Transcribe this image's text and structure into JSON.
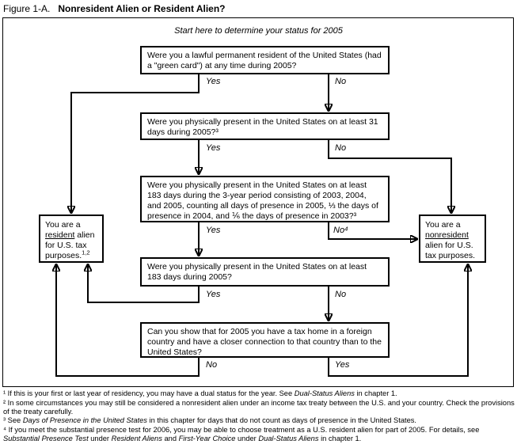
{
  "title": {
    "prefix": "Figure 1-A.",
    "text": "Nonresident Alien or Resident Alien?"
  },
  "start_text": "Start here to determine your status for 2005",
  "flowchart": {
    "questions": [
      {
        "id": "green-card",
        "text": "Were you a lawful permanent resident of the United States (had a \"green card\") at any time during 2005?",
        "left_label": "Yes",
        "right_label": "No"
      },
      {
        "id": "present-31-days",
        "text": "Were you physically present in the United States on at least 31 days during 2005?³",
        "left_label": "Yes",
        "right_label": "No"
      },
      {
        "id": "present-183-days-3-year",
        "text": "Were you physically present in the United States on at least 183 days during the 3-year period consisting of 2003, 2004, and 2005, counting all days of presence in 2005, ⅓ the days of presence in 2004, and ⅙ the days of presence in 2003?³",
        "left_label": "Yes",
        "right_label": "No⁴"
      },
      {
        "id": "present-183-days-2005",
        "text": "Were you physically present in the United States on at least 183 days during 2005?",
        "left_label": "Yes",
        "right_label": "No"
      },
      {
        "id": "tax-home-closer-connection",
        "text": "Can you show that for 2005 you have a tax home in a foreign country and have a closer connection to that country than to the United States?",
        "left_label": "No",
        "right_label": "Yes"
      }
    ],
    "outcomes": {
      "resident": [
        {
          "t": "You are a "
        },
        {
          "t": "resident",
          "u": true
        },
        {
          "t": " alien for U.S. tax purposes."
        },
        {
          "t": "1,2",
          "sup": true
        }
      ],
      "nonresident": [
        {
          "t": "You are a "
        },
        {
          "t": "nonresident",
          "u": true
        },
        {
          "t": " alien for U.S. tax purposes."
        }
      ]
    }
  },
  "footnotes": [
    [
      {
        "t": "¹ If this is your first or last year of residency, you may have a dual status for the year. See "
      },
      {
        "t": "Dual-Status Aliens",
        "i": true
      },
      {
        "t": " in chapter 1."
      }
    ],
    [
      {
        "t": "² In some circumstances you may still be considered a nonresident alien under an income tax treaty between the U.S. and your country. Check the provisions of the treaty carefully."
      }
    ],
    [
      {
        "t": "³ See "
      },
      {
        "t": "Days of Presence in the United States",
        "i": true
      },
      {
        "t": " in this chapter for days that do not count as days of presence in the United States."
      }
    ],
    [
      {
        "t": "⁴ If you meet the substantial presence test for 2006, you may be able to choose treatment as a U.S. resident alien for part of 2005. For details, see "
      },
      {
        "t": "Substantial Presence Test",
        "i": true
      },
      {
        "t": " under "
      },
      {
        "t": "Resident Aliens",
        "i": true
      },
      {
        "t": " and "
      },
      {
        "t": "First-Year Choice",
        "i": true
      },
      {
        "t": " under "
      },
      {
        "t": "Dual-Status Aliens",
        "i": true
      },
      {
        "t": " in chapter 1."
      }
    ]
  ]
}
